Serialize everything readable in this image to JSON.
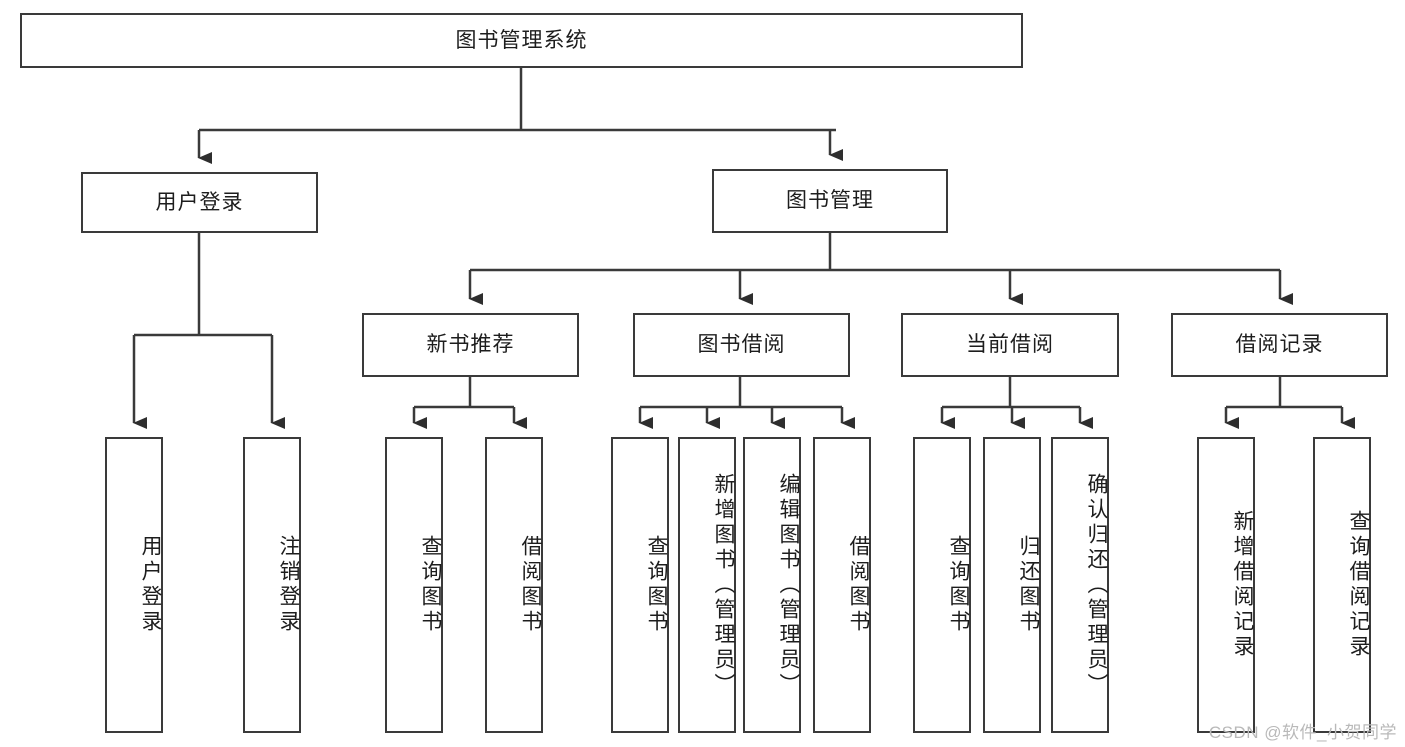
{
  "diagram": {
    "title": "图书管理系统",
    "type": "tree-hierarchy",
    "root": {
      "id": "root",
      "label": "图书管理系统"
    },
    "level1": [
      {
        "id": "user-login",
        "label": "用户登录"
      },
      {
        "id": "book-manage",
        "label": "图书管理"
      }
    ],
    "level2": [
      {
        "id": "new-book-recommend",
        "label": "新书推荐",
        "parent": "book-manage"
      },
      {
        "id": "book-borrow",
        "label": "图书借阅",
        "parent": "book-manage"
      },
      {
        "id": "current-borrow",
        "label": "当前借阅",
        "parent": "book-manage"
      },
      {
        "id": "borrow-record",
        "label": "借阅记录",
        "parent": "book-manage"
      }
    ],
    "leaves": [
      {
        "id": "leaf-user-login",
        "label": "用户登录",
        "parent": "user-login"
      },
      {
        "id": "leaf-logout",
        "label": "注销登录",
        "parent": "user-login"
      },
      {
        "id": "leaf-query-book-1",
        "label": "查询图书",
        "parent": "new-book-recommend"
      },
      {
        "id": "leaf-borrow-book-1",
        "label": "借阅图书",
        "parent": "new-book-recommend"
      },
      {
        "id": "leaf-query-book-2",
        "label": "查询图书",
        "parent": "book-borrow"
      },
      {
        "id": "leaf-add-book",
        "label": "新增图书（管理员）",
        "parent": "book-borrow"
      },
      {
        "id": "leaf-edit-book",
        "label": "编辑图书（管理员）",
        "parent": "book-borrow"
      },
      {
        "id": "leaf-borrow-book-2",
        "label": "借阅图书",
        "parent": "book-borrow"
      },
      {
        "id": "leaf-query-book-3",
        "label": "查询图书",
        "parent": "current-borrow"
      },
      {
        "id": "leaf-return-book",
        "label": "归还图书",
        "parent": "current-borrow"
      },
      {
        "id": "leaf-confirm-return",
        "label": "确认归还（管理员）",
        "parent": "current-borrow"
      },
      {
        "id": "leaf-add-record",
        "label": "新增借阅记录",
        "parent": "borrow-record"
      },
      {
        "id": "leaf-query-record",
        "label": "查询借阅记录",
        "parent": "borrow-record"
      }
    ],
    "watermark": "CSDN @软件_小贺同学",
    "colors": {
      "stroke": "#3a3a3a",
      "text": "#1d1d1d",
      "background": "#ffffff",
      "watermark": "#b9b9b9"
    }
  }
}
